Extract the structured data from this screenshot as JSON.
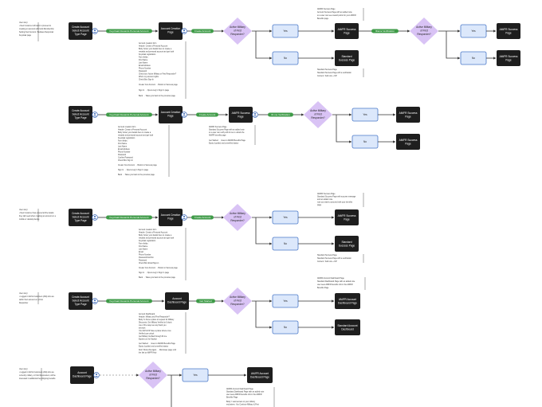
{
  "rows": [
    {
      "id": "row1",
      "side_note": [
        "User story:",
        "• New Customer will want to proceed to",
        "creating an account with Gold Membership",
        "Setting their Account / Rebates Responder",
        "Keycloak page"
      ],
      "start": [
        "Create Account",
        "Select Account",
        "Type Page"
      ],
      "pill1": "Keycloak Rewards Personal Account",
      "node2": [
        "Account Creation",
        "Page"
      ],
      "pill2": "Create Account",
      "decision": [
        "Active Military",
        "of First",
        "Responder?"
      ],
      "yes": "Yes",
      "no": "No",
      "yes_target": [
        "AM/FR Success",
        "Page"
      ],
      "no_target": [
        "Standard",
        "Success Page"
      ],
      "pill3": "Iframe Verification",
      "decision2": [
        "Active Military",
        "of First",
        "Responder?"
      ],
      "yes2": "Yes",
      "no2": "No",
      "yes2_target": [
        "AM/FR Success",
        "Page"
      ],
      "no2_target": [
        "AM/FR Success",
        "Page"
      ],
      "note_under_node2": [
        "Account creation form",
        "Header: Create a Personal Account",
        "Body: Enter your details here to create a",
        "rewards and personal account and get both",
        "Keycloak registration",
        "Form fields:",
        "First Name",
        "Last Name",
        "Email Address",
        "Phone Number",
        "Password",
        "Check box: Active Military or First Responder?",
        "Who's my account rights",
        "Check Box Sign In",
        "",
        "Create Your Account → Button to Success page",
        "",
        "Sign In → Opens Log In Sign In page",
        "",
        "Back → Takes you back to the previous page"
      ],
      "note_above_yes": [
        "AM/FR Success Page",
        "Account Success Page with an added note",
        "so a user can see reward points for your AM/FR",
        "Benefits page"
      ],
      "note_below_no": [
        "Standard Success Page",
        "Standard Success Page with a verification",
        "Content: 'Add now + FR'"
      ]
    },
    {
      "id": "row2",
      "start": [
        "Create Account",
        "Select Account",
        "Type Page"
      ],
      "pill1": "Keycloak Rewards Personal Account",
      "node2": [
        "Account Creation",
        "Page"
      ],
      "pill2": "Create Account",
      "node3": [
        "AM/FR Success",
        "Page"
      ],
      "pill3": "ID.me Verification",
      "decision": [
        "Active Military",
        "of First",
        "Responder?"
      ],
      "yes": "Yes",
      "no": "No",
      "yes_target": [
        "AM/FR Success",
        "Page"
      ],
      "no_target": [
        "AM/FR Success",
        "Page"
      ],
      "note_under_node2": [
        "Account creation form",
        "Header: Create a Personal Account",
        "Body: Enter your details here to create a",
        "rewards and personal account and get both",
        "Keycloak registration",
        "Form fields:",
        "First Name",
        "Last Name",
        "Email Address",
        "Phone Number",
        "Password",
        "Confirm Password",
        "",
        "Check Box Sign In",
        "",
        "Create Your Account → Button to Success page",
        "",
        "Sign In → Opens Log In Sign In page",
        "",
        "Back → Takes you back to the previous page"
      ],
      "note_under_node3": [
        "AM/FR Success Page",
        "Standard Success Page with an added note",
        "so a user can verify with id.me to unlock the",
        "AM/FR benefits page",
        "",
        "Get Started → Goes to AM/FR Benefits Page",
        "Expiry (cookie) and unverified status"
      ]
    },
    {
      "id": "row3",
      "side_note": [
        "User story:",
        "• New Customer has entered all the details",
        "they will need when creating an account on a",
        "mobile or desktop device"
      ],
      "start": [
        "Create Account",
        "Select Account",
        "Type Page"
      ],
      "pill1": "Keycloak Rewards Personal Account",
      "node2": [
        "Account Creation",
        "Page"
      ],
      "pill2": "Create Account",
      "decision": [
        "Active Military",
        "of First",
        "Responder?"
      ],
      "yes": "Yes",
      "no": "No",
      "yes_target": [
        "AM/FR Success",
        "Page"
      ],
      "no_target": [
        "Standard",
        "Success Page"
      ],
      "note_under_node2": [
        "Account creation form",
        "Header: Create a Personal Account",
        "Body: Enter your details here to create a",
        "rewards and personal account and get both",
        "Keycloak registration",
        "Form fields:",
        "First Name",
        "Last Name",
        "Email",
        "Phone Number",
        "Password/Confirm",
        "Password",
        "Check Box Email Sign-in",
        "",
        "Create Your Account → Button to Success page",
        "",
        "Sign In → Opens Log In Sign In page",
        "",
        "Back → Takes you back to the previous page"
      ],
      "note_above_yes": [
        "AM/FR Success Page",
        "Standard Success Page with success message",
        "and an added note",
        "now you want to proceed with your benefits",
        "page"
      ],
      "note_below_no": [
        "Standard Success Page",
        "Standard Success Page with a verification",
        "Content: 'Add now + FR'"
      ]
    },
    {
      "id": "row4",
      "side_note": [
        "User story:",
        "• Logged in AM & Customers (AM) who are",
        "within their account on a First",
        "Responder"
      ],
      "start": [
        "Create Account",
        "Select Account",
        "Type Page"
      ],
      "pill1": "Keycloak Rewards Personal Account",
      "node2": [
        "Account",
        "Dashboard Page"
      ],
      "pill2": "Get Started",
      "decision": [
        "Active Military",
        "of First",
        "Responder?"
      ],
      "yes": "Yes",
      "no": "No",
      "yes_target": [
        "AM/FR Account",
        "Dashboard Page"
      ],
      "no_target": [
        "Standard Account",
        "Dashboard"
      ],
      "note_under_node2": [
        "Account Dashboard",
        "Header: Military and First Responder?",
        "Body: Is there a place to request for Military",
        "Discounts, Get Military Verified to Unlock",
        "one of the ways we say thank you",
        "services",
        "Your AM & FR have a place where once",
        "Verified can unlock",
        "Get Military Verified through ID.me",
        "Expires on the Navbar",
        "",
        "Get Started → Goes to AM/FR Benefits Page",
        "Expiry (cookie) and unverified status",
        "",
        "Don't Show this Again → Dismisses page until",
        "the link to AM/FR Hub"
      ],
      "note_above_yes": [
        "AM/FR Account Dashboard Page",
        "Standard Dashboard Page with an added note",
        "user sees AM/FR benefits info in the AM/FR",
        "Benefits Page"
      ]
    },
    {
      "id": "row5",
      "side_note": [
        "User story:",
        "• Logged in AM & Customers (AM) who are",
        "currently military, or First Responders; will be",
        "interested in additional free shipping benefits"
      ],
      "start": [
        "Account",
        "Dashboard Page"
      ],
      "decision": [
        "Active Military",
        "of First",
        "Responder?"
      ],
      "yes": "Yes",
      "yes_target": [
        "AM/FR Account",
        "Dashboard Page"
      ],
      "note_below_yes": [
        "AM/FR Account Dashboard Page",
        "Standard Dashboard Page with an added note",
        "user sees AM/FR benefits info in the AM/FR",
        "Benefits Page",
        "",
        "Body: I want access to your military",
        "exclusives. You Continue Military & First"
      ]
    }
  ]
}
